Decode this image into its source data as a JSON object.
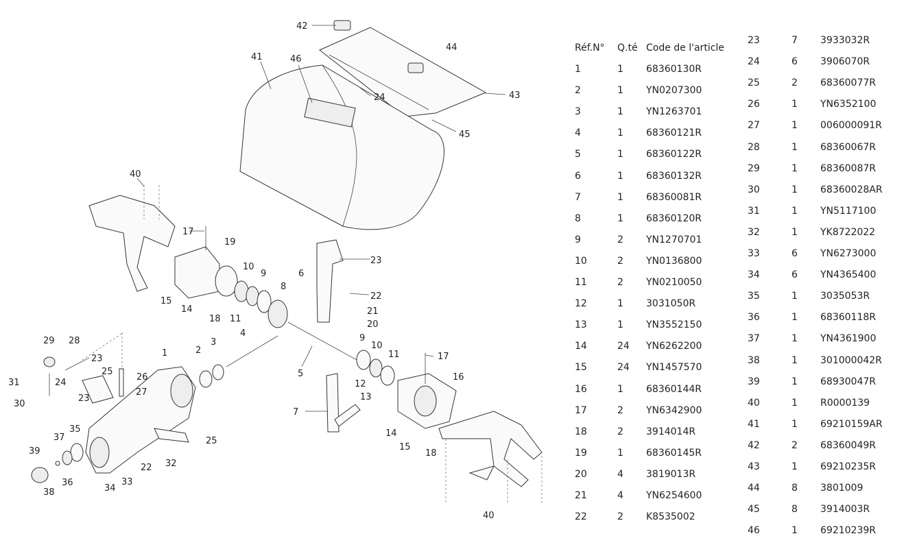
{
  "table": {
    "headers": [
      "Réf.N°",
      "Q.té",
      "Code de l'article"
    ],
    "rows": [
      [
        "1",
        "1",
        "68360130R"
      ],
      [
        "2",
        "1",
        "YN0207300"
      ],
      [
        "3",
        "1",
        "YN1263701"
      ],
      [
        "4",
        "1",
        "68360121R"
      ],
      [
        "5",
        "1",
        "68360122R"
      ],
      [
        "6",
        "1",
        "68360132R"
      ],
      [
        "7",
        "1",
        "68360081R"
      ],
      [
        "8",
        "1",
        "68360120R"
      ],
      [
        "9",
        "2",
        "YN1270701"
      ],
      [
        "10",
        "2",
        "YN0136800"
      ],
      [
        "11",
        "2",
        "YN0210050"
      ],
      [
        "12",
        "1",
        "3031050R"
      ],
      [
        "13",
        "1",
        "YN3552150"
      ],
      [
        "14",
        "24",
        "YN6262200"
      ],
      [
        "15",
        "24",
        "YN1457570"
      ],
      [
        "16",
        "1",
        "68360144R"
      ],
      [
        "17",
        "2",
        "YN6342900"
      ],
      [
        "18",
        "2",
        "3914014R"
      ],
      [
        "19",
        "1",
        "68360145R"
      ],
      [
        "20",
        "4",
        "3819013R"
      ],
      [
        "21",
        "4",
        "YN6254600"
      ],
      [
        "22",
        "2",
        "K8535002"
      ],
      [
        "23",
        "7",
        "3933032R"
      ],
      [
        "24",
        "6",
        "3906070R"
      ],
      [
        "25",
        "2",
        "68360077R"
      ],
      [
        "26",
        "1",
        "YN6352100"
      ],
      [
        "27",
        "1",
        "006000091R"
      ],
      [
        "28",
        "1",
        "68360067R"
      ],
      [
        "29",
        "1",
        "68360087R"
      ],
      [
        "30",
        "1",
        "68360028AR"
      ],
      [
        "31",
        "1",
        "YN5117100"
      ],
      [
        "32",
        "1",
        "YK8722022"
      ],
      [
        "33",
        "6",
        "YN6273000"
      ],
      [
        "34",
        "6",
        "YN4365400"
      ],
      [
        "35",
        "1",
        "3035053R"
      ],
      [
        "36",
        "1",
        "68360118R"
      ],
      [
        "37",
        "1",
        "YN4361900"
      ],
      [
        "38",
        "1",
        "301000042R"
      ],
      [
        "39",
        "1",
        "68930047R"
      ],
      [
        "40",
        "1",
        "R0000139"
      ],
      [
        "41",
        "1",
        "69210159AR"
      ],
      [
        "42",
        "2",
        "68360049R"
      ],
      [
        "43",
        "1",
        "69210235R"
      ],
      [
        "44",
        "8",
        "3801009"
      ],
      [
        "45",
        "8",
        "3914003R"
      ],
      [
        "46",
        "1",
        "69210239R"
      ]
    ]
  },
  "callouts": [
    {
      "id": "c42",
      "text": "42"
    },
    {
      "id": "c44",
      "text": "44"
    },
    {
      "id": "c41",
      "text": "41"
    },
    {
      "id": "c46",
      "text": "46"
    },
    {
      "id": "c24a",
      "text": "24"
    },
    {
      "id": "c43",
      "text": "43"
    },
    {
      "id": "c45",
      "text": "45"
    },
    {
      "id": "c40a",
      "text": "40"
    },
    {
      "id": "c17a",
      "text": "17"
    },
    {
      "id": "c19",
      "text": "19"
    },
    {
      "id": "c23a",
      "text": "23"
    },
    {
      "id": "c6",
      "text": "6"
    },
    {
      "id": "c10a",
      "text": "10"
    },
    {
      "id": "c9a",
      "text": "9"
    },
    {
      "id": "c8",
      "text": "8"
    },
    {
      "id": "c22a",
      "text": "22"
    },
    {
      "id": "c15a",
      "text": "15"
    },
    {
      "id": "c14a",
      "text": "14"
    },
    {
      "id": "c18a",
      "text": "18"
    },
    {
      "id": "c11a",
      "text": "11"
    },
    {
      "id": "c21",
      "text": "21"
    },
    {
      "id": "c20",
      "text": "20"
    },
    {
      "id": "c29",
      "text": "29"
    },
    {
      "id": "c28",
      "text": "28"
    },
    {
      "id": "c4",
      "text": "4"
    },
    {
      "id": "c1",
      "text": "1"
    },
    {
      "id": "c3",
      "text": "3"
    },
    {
      "id": "c2",
      "text": "2"
    },
    {
      "id": "c23b",
      "text": "23"
    },
    {
      "id": "c24b",
      "text": "24"
    },
    {
      "id": "c25a",
      "text": "25"
    },
    {
      "id": "c26",
      "text": "26"
    },
    {
      "id": "c31",
      "text": "31"
    },
    {
      "id": "c23c",
      "text": "23"
    },
    {
      "id": "c27",
      "text": "27"
    },
    {
      "id": "c30",
      "text": "30"
    },
    {
      "id": "c5",
      "text": "5"
    },
    {
      "id": "c9b",
      "text": "9"
    },
    {
      "id": "c10b",
      "text": "10"
    },
    {
      "id": "c11b",
      "text": "11"
    },
    {
      "id": "c17b",
      "text": "17"
    },
    {
      "id": "c12",
      "text": "12"
    },
    {
      "id": "c13",
      "text": "13"
    },
    {
      "id": "c16",
      "text": "16"
    },
    {
      "id": "c7",
      "text": "7"
    },
    {
      "id": "c14b",
      "text": "14"
    },
    {
      "id": "c15b",
      "text": "15"
    },
    {
      "id": "c18b",
      "text": "18"
    },
    {
      "id": "c35",
      "text": "35"
    },
    {
      "id": "c37",
      "text": "37"
    },
    {
      "id": "c25b",
      "text": "25"
    },
    {
      "id": "c32",
      "text": "32"
    },
    {
      "id": "c39",
      "text": "39"
    },
    {
      "id": "c22b",
      "text": "22"
    },
    {
      "id": "c33",
      "text": "33"
    },
    {
      "id": "c34",
      "text": "34"
    },
    {
      "id": "c36",
      "text": "36"
    },
    {
      "id": "c38",
      "text": "38"
    },
    {
      "id": "c40b",
      "text": "40"
    }
  ]
}
